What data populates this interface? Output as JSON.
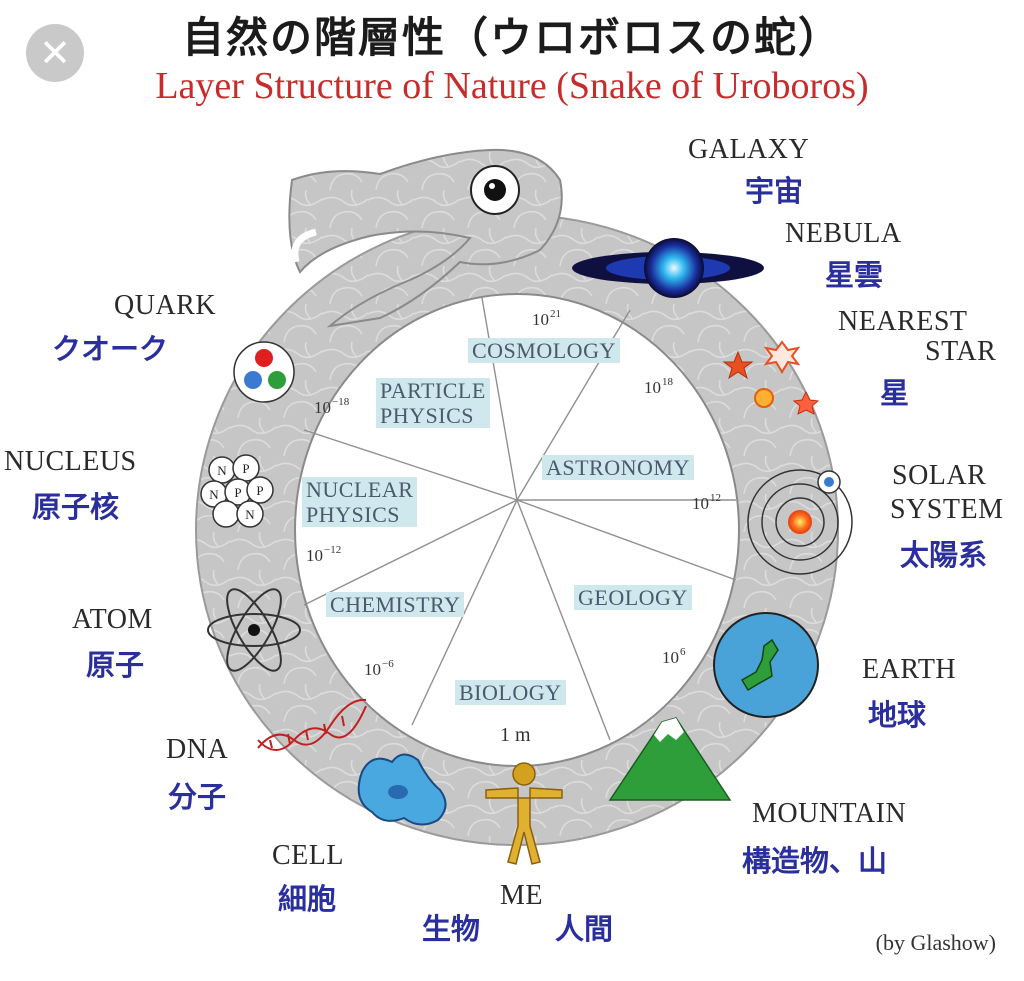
{
  "title_ja": "自然の階層性（ウロボロスの蛇）",
  "title_en": "Layer Structure of Nature (Snake of Uroboros)",
  "close_symbol": "✕",
  "credit": "(by Glashow)",
  "labels": {
    "galaxy": {
      "en": "GALAXY",
      "ja": "宇宙"
    },
    "nebula": {
      "en": "NEBULA",
      "ja": "星雲"
    },
    "nearest_star": {
      "en1": "NEAREST",
      "en2": "STAR",
      "ja": "星"
    },
    "solar_system": {
      "en1": "SOLAR",
      "en2": "SYSTEM",
      "ja": "太陽系"
    },
    "earth": {
      "en": "EARTH",
      "ja": "地球"
    },
    "mountain": {
      "en": "MOUNTAIN",
      "ja": "構造物、山"
    },
    "me": {
      "en": "ME",
      "ja1": "生物",
      "ja2": "人間"
    },
    "cell": {
      "en": "CELL",
      "ja": "細胞"
    },
    "dna": {
      "en": "DNA",
      "ja": "分子"
    },
    "atom": {
      "en": "ATOM",
      "ja": "原子"
    },
    "nucleus": {
      "en": "NUCLEUS",
      "ja": "原子核"
    },
    "quark": {
      "en": "QUARK",
      "ja": "クオーク"
    }
  },
  "fields": {
    "cosmology": "COSMOLOGY",
    "particle_physics": "PARTICLE\nPHYSICS",
    "astronomy": "ASTRONOMY",
    "nuclear_physics": "NUCLEAR\nPHYSICS",
    "geology": "GEOLOGY",
    "chemistry": "CHEMISTRY",
    "biology": "BIOLOGY"
  },
  "scales": {
    "s21": {
      "base": "10",
      "exp": "21"
    },
    "s18": {
      "base": "10",
      "exp": "18"
    },
    "s12": {
      "base": "10",
      "exp": "12"
    },
    "s6": {
      "base": "10",
      "exp": "6"
    },
    "sm18": {
      "base": "10",
      "exp": "−18"
    },
    "sm12": {
      "base": "10",
      "exp": "−12"
    },
    "sm6": {
      "base": "10",
      "exp": "−6"
    },
    "one_m": "1 m"
  },
  "nucleus_letters": [
    "N",
    "P",
    "N",
    "P",
    "N",
    "P"
  ],
  "colors": {
    "snake_body": "#c4c4c4",
    "snake_pattern": "#d6d6d6",
    "inner_field": "#ffffff",
    "field_label_bg": "#cfe8ee",
    "title_red": "#c62c2c",
    "japanese_blue": "#2b2f9e",
    "mountain_green": "#2e9e3a",
    "earth_blue": "#4aa3d8",
    "person_gold": "#d4a020",
    "cell_blue": "#4aa8e0"
  }
}
